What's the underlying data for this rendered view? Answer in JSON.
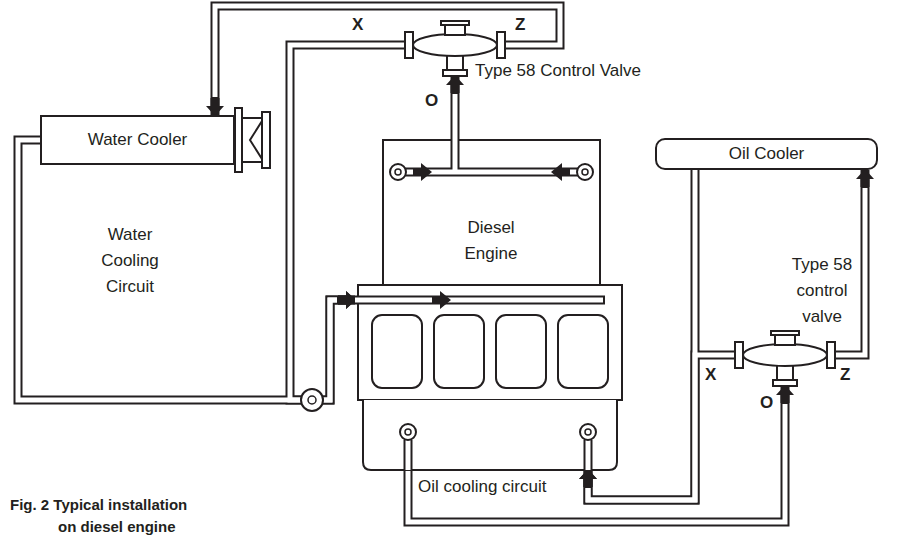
{
  "diagram": {
    "caption": "Fig. 2 Typical installation on diesel engine",
    "nodes": [
      {
        "text": [
          "Type 58 Control Valve"
        ]
      },
      {
        "text": [
          "Water Cooler"
        ]
      },
      {
        "text": [
          "Diesel Engine"
        ]
      },
      {
        "text": [
          "Oil Cooler"
        ]
      },
      {
        "text": [
          "Type 58 control valve"
        ]
      }
    ],
    "edges": [
      {
        "from": 2,
        "to": 0,
        "arrow": "to"
      },
      {
        "from": 0,
        "to": 1,
        "arrow": "to"
      },
      {
        "from": 0,
        "to": 2,
        "arrow": "to"
      },
      {
        "from": 1,
        "to": 2,
        "arrow": "to"
      },
      {
        "from": 2,
        "to": 4,
        "arrow": "to"
      },
      {
        "from": 4,
        "to": 3,
        "arrow": "to"
      },
      {
        "from": 4,
        "to": 2,
        "arrow": "to"
      },
      {
        "from": 3,
        "to": 2,
        "arrow": "to"
      }
    ],
    "labels": [
      "X",
      "Z",
      "O",
      "Water Cooling Circuit",
      "X",
      "Z",
      "O",
      "Oil cooling circuit"
    ]
  }
}
